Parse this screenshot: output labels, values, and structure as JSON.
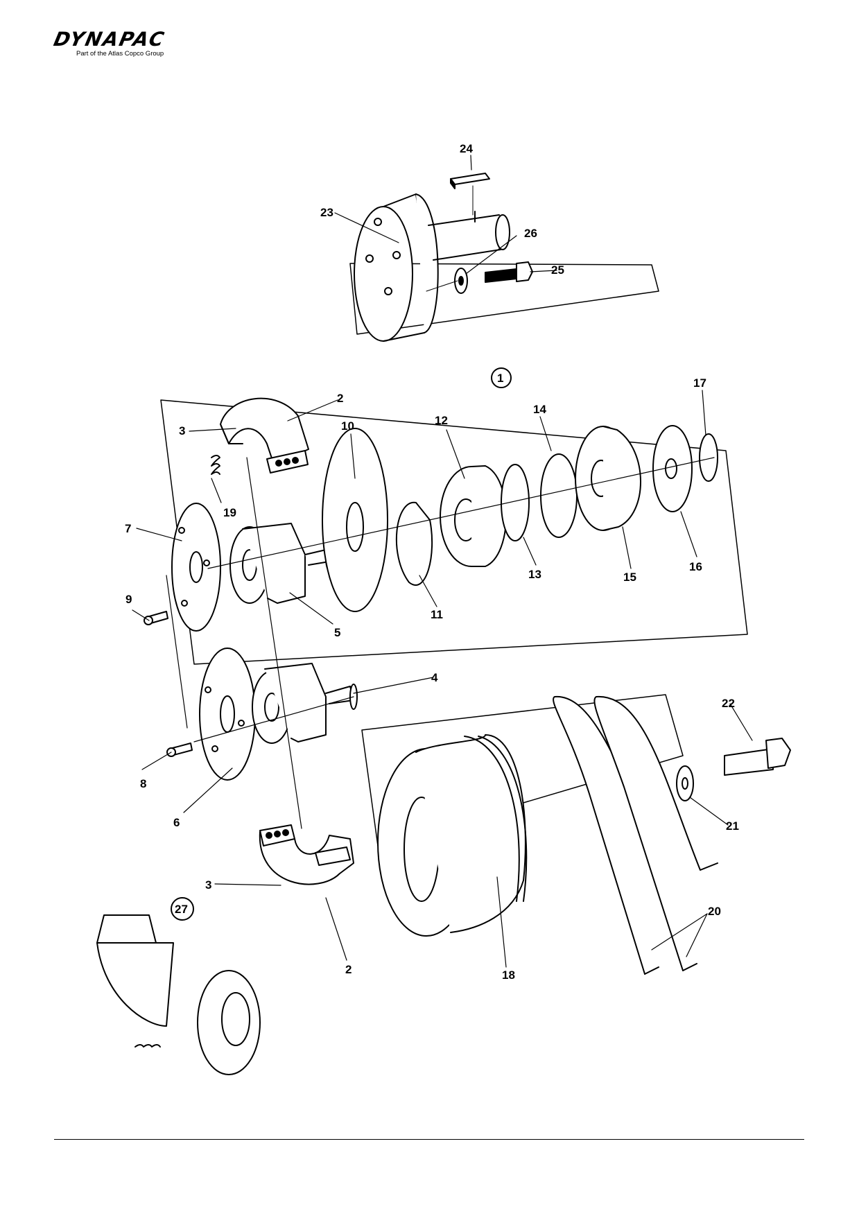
{
  "header": {
    "brand": "DYNAPAC",
    "tagline": "Part of the Atlas Copco Group"
  },
  "callouts": {
    "c1": "1",
    "c2": "2",
    "c3": "3",
    "c4": "4",
    "c5": "5",
    "c6": "6",
    "c7": "7",
    "c8": "8",
    "c9": "9",
    "c10": "10",
    "c11": "11",
    "c12": "12",
    "c13": "13",
    "c14": "14",
    "c15": "15",
    "c16": "16",
    "c17": "17",
    "c18": "18",
    "c19": "19",
    "c20": "20",
    "c21": "21",
    "c22": "22",
    "c23": "23",
    "c24": "24",
    "c25": "25",
    "c26": "26",
    "c27": "27"
  },
  "colors": {
    "ink": "#000000",
    "paper": "#ffffff"
  }
}
